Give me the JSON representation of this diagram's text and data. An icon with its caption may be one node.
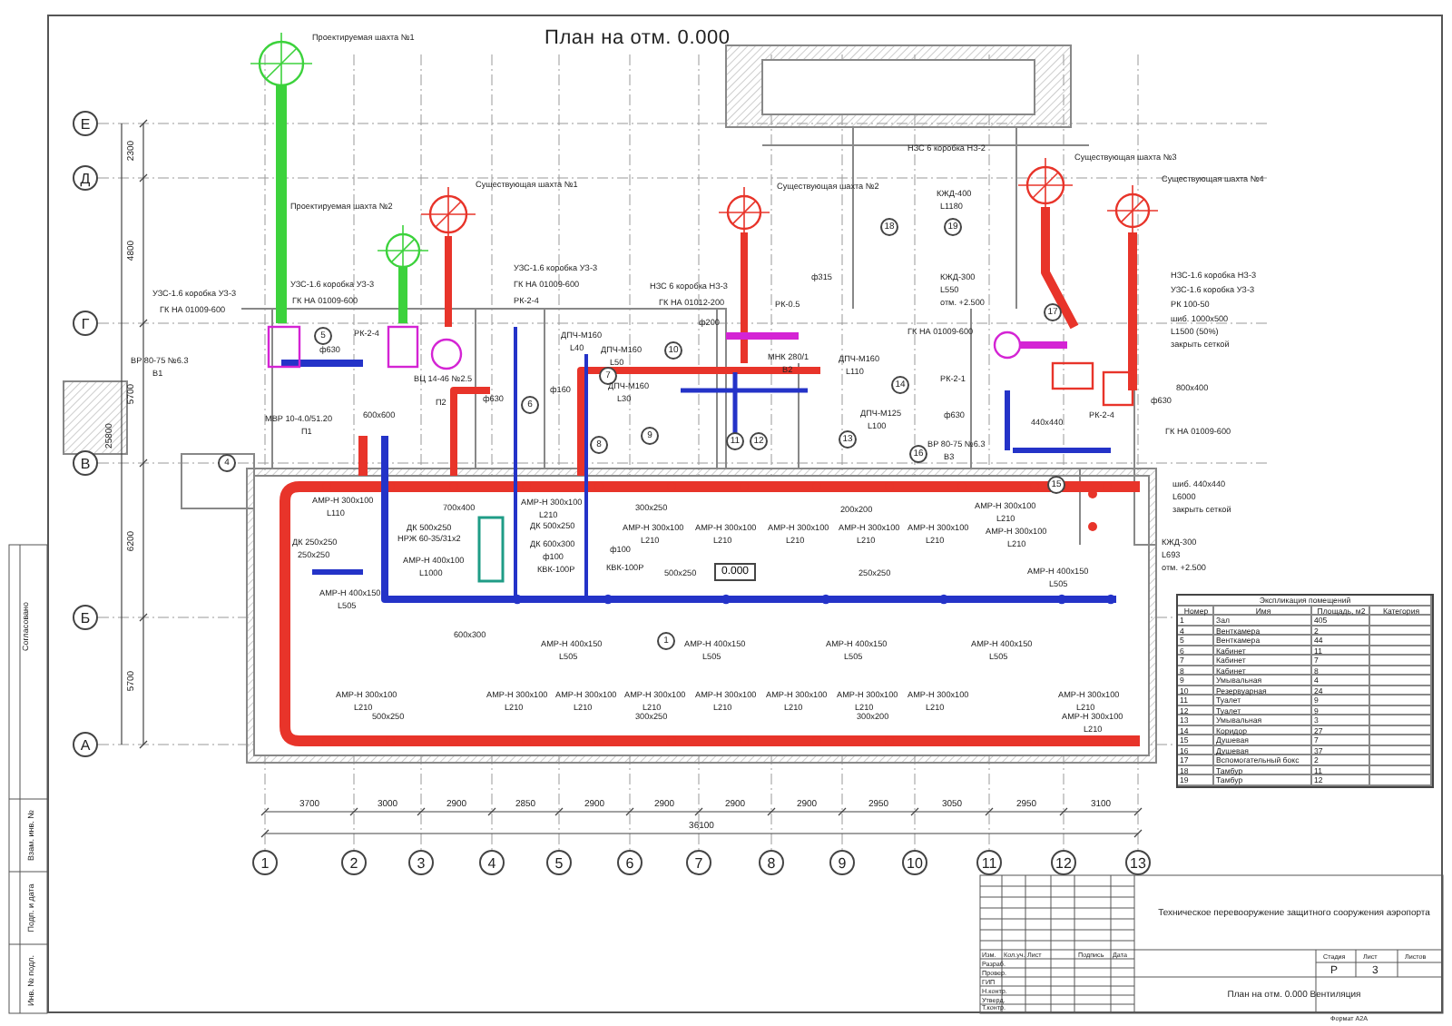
{
  "diagram": {
    "title": "План на отм. 0.000",
    "nodes": [
      {
        "text": [
          "Е"
        ]
      },
      {
        "text": [
          "Д"
        ]
      },
      {
        "text": [
          "Г"
        ]
      },
      {
        "text": [
          "В"
        ]
      },
      {
        "text": [
          "Б"
        ]
      },
      {
        "text": [
          "А"
        ]
      },
      {
        "text": [
          "1"
        ]
      },
      {
        "text": [
          "2"
        ]
      },
      {
        "text": [
          "3"
        ]
      },
      {
        "text": [
          "4"
        ]
      },
      {
        "text": [
          "5"
        ]
      },
      {
        "text": [
          "6"
        ]
      },
      {
        "text": [
          "7"
        ]
      },
      {
        "text": [
          "8"
        ]
      },
      {
        "text": [
          "9"
        ]
      },
      {
        "text": [
          "10"
        ]
      },
      {
        "text": [
          "11"
        ]
      },
      {
        "text": [
          "12"
        ]
      },
      {
        "text": [
          "13"
        ]
      },
      {
        "text": [
          "18"
        ]
      },
      {
        "text": [
          "19"
        ]
      },
      {
        "text": [
          "5"
        ]
      },
      {
        "text": [
          "10"
        ]
      },
      {
        "text": [
          "7"
        ]
      },
      {
        "text": [
          "17"
        ]
      },
      {
        "text": [
          "14"
        ]
      },
      {
        "text": [
          "6"
        ]
      },
      {
        "text": [
          "9"
        ]
      },
      {
        "text": [
          "8"
        ]
      },
      {
        "text": [
          "11"
        ]
      },
      {
        "text": [
          "12"
        ]
      },
      {
        "text": [
          "13"
        ]
      },
      {
        "text": [
          "16"
        ]
      },
      {
        "text": [
          "4"
        ]
      },
      {
        "text": [
          "15"
        ]
      },
      {
        "text": [
          "0.000"
        ]
      },
      {
        "text": [
          "1"
        ]
      }
    ],
    "labels": [
      "Проектируемая шахта №1",
      "Проектируемая шахта №2",
      "Существующая шахта №1",
      "Существующая шахта №2",
      "Существующая шахта №3",
      "Существующая шахта №4",
      "НЗС 6 коробка НЗ-2",
      "КЖД-400",
      "L1180",
      "УЗС-1.6 коробка УЗ-3",
      "ГК НА 01009-600",
      "УЗС-1.6 коробка УЗ-3",
      "ГК НА 01009-600",
      "УЗС-1.6 коробка УЗ-3",
      "ГК НА 01009-600",
      "РК-2-4",
      "НЗС 6 коробка НЗ-3",
      "ф315",
      "КЖД-300",
      "L550",
      "ГК НА 01012-200",
      "РК-0.5",
      "отм. +2.500",
      "ГК НА 01009-600",
      "НЗС-1.6 коробка НЗ-3",
      "УЗС-1.6 коробка УЗ-3",
      "РК 100-50",
      "шиб. 1000х500",
      "L1500 (50%)",
      "закрыть сеткой",
      "РК-2-4",
      "ВР 80-75 №6.3",
      "В1",
      "ф630",
      "МНК 280/1",
      "В2",
      "ДПЧ-М160",
      "L110",
      "ДПЧ-М160",
      "L40",
      "ДПЧ-М160",
      "L50",
      "ф200",
      "800х400",
      "ф630",
      "РК-2-1",
      "РК-2-4",
      "440х440",
      "ф630",
      "ГК НА 01009-600",
      "МВР 10-4.0/51.20",
      "П1",
      "ВЦ 14-46 №2.5",
      "П2",
      "600х600",
      "ф630",
      "ДПЧ-М160",
      "L30",
      "ф160",
      "ДПЧ-М125",
      "L100",
      "ВР 80-75 №6.3",
      "В3",
      "шиб. 440х440",
      "L6000",
      "закрыть сеткой",
      "КЖД-300",
      "L693",
      "отм. +2.500",
      "АМР-Н 300х100",
      "L110",
      "ДК 250х250",
      "250х250",
      "АМР-Н 400х150",
      "L505",
      "700х400",
      "ДК 500х250",
      "НРЖ 60-35/31х2",
      "АМР-Н 400х100",
      "L1000",
      "600х300",
      "АМР-Н 300х100",
      "L210",
      "ДК 500х250",
      "ДК 600х300",
      "ф100",
      "КВК-100Р",
      "300х250",
      "ф100",
      "КВК-100Р",
      "АМР-Н 300х100",
      "L210",
      "АМР-Н 300х100",
      "L210",
      "АМР-Н 300х100",
      "L210",
      "АМР-Н 300х100",
      "L210",
      "АМР-Н 300х100",
      "L210",
      "200х200",
      "АМР-Н 300х100",
      "L210",
      "АМР-Н 300х100",
      "L210",
      "500х250",
      "250х250",
      "АМР-Н 400х150",
      "L505",
      "АМР-Н 400х150",
      "L505",
      "АМР-Н 400х150",
      "L505",
      "АМР-Н 400х150",
      "L505",
      "АМР-Н 400х150",
      "L505",
      "АМР-Н 300х100",
      "L210",
      "АМР-Н 300х100",
      "L210",
      "АМР-Н 300х100",
      "L210",
      "АМР-Н 300х100",
      "L210",
      "АМР-Н 300х100",
      "L210",
      "АМР-Н 300х100",
      "L210",
      "АМР-Н 300х100",
      "L210",
      "АМР-Н 300х100",
      "L210",
      "АМР-Н 300х100",
      "L210",
      "АМР-Н 300х100",
      "L210",
      "500х250",
      "300х250",
      "300х200",
      "3700",
      "3000",
      "2900",
      "2850",
      "2900",
      "2900",
      "2900",
      "2900",
      "2950",
      "3050",
      "2950",
      "3100",
      "36100",
      "2300",
      "4800",
      "5700",
      "25800",
      "6200",
      "5700",
      "Экспликация помещений",
      "Номер",
      "Имя",
      "Площадь, м2",
      "Категория",
      "1",
      "Зал",
      "405",
      "4",
      "Венткамера",
      "2",
      "5",
      "Венткамера",
      "44",
      "6",
      "Кабинет",
      "11",
      "7",
      "Кабинет",
      "7",
      "8",
      "Кабинет",
      "8",
      "9",
      "Умывальная",
      "4",
      "10",
      "Резервуарная",
      "24",
      "11",
      "Туалет",
      "9",
      "12",
      "Туалет",
      "9",
      "13",
      "Умывальная",
      "3",
      "14",
      "Коридор",
      "27",
      "15",
      "Душевая",
      "7",
      "16",
      "Душевая",
      "37",
      "17",
      "Вспомогательный бокс",
      "2",
      "18",
      "Тамбур",
      "11",
      "19",
      "Тамбур",
      "12",
      "Изм.",
      "Кол.уч.",
      "Лист",
      "Подпись",
      "Дата",
      "Разраб.",
      "Провер.",
      "ГИП",
      "Н.контр.",
      "Утверд.",
      "Т.контр.",
      "Техническое перевооружение защитного сооружения аэропорта",
      "Стадия",
      "Лист",
      "Листов",
      "Р",
      "3",
      "План на отм. 0.000 Вентиляция",
      "Формат А2А",
      "Согласовано",
      "Взам. инв. №",
      "Подп. и дата",
      "Инв. № подл."
    ]
  }
}
